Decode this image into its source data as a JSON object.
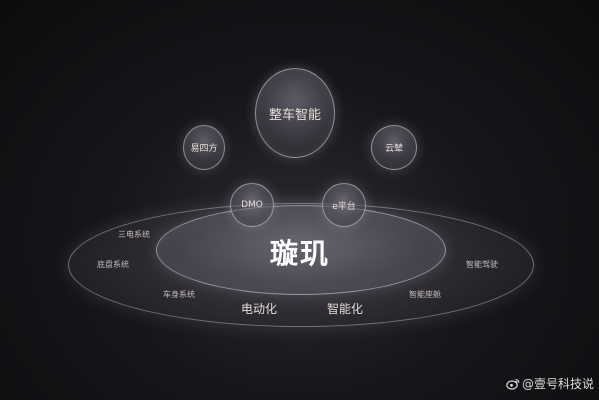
{
  "diagram": {
    "center_logo": "璇玑",
    "top_bubble": "整车智能",
    "left_bubble": "易四方",
    "right_bubble": "云辇",
    "inner_left_bubble": "DMO",
    "inner_right_bubble": "e平台",
    "ring_labels": {
      "san_dian": "三电系统",
      "dipan": "底盘系统",
      "cheshen": "车身系统",
      "zhineng_jiashi": "智能驾驶",
      "zhineng_zuocang": "智能座舱"
    },
    "bottom_labels": {
      "diandonghua": "电动化",
      "zhinenghua": "智能化"
    }
  },
  "watermark": {
    "text": "@壹号科技说",
    "icon": "weibo-icon"
  }
}
